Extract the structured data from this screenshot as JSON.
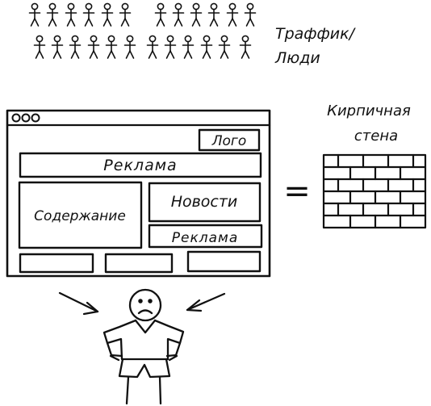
{
  "crowd": {
    "label_line1": "Траффик/",
    "label_line2": "Люди"
  },
  "browser": {
    "logo": "Лого",
    "ad_top": "Реклама",
    "content": "Содержание",
    "news": "Новости",
    "ad_side": "Реклама"
  },
  "equation": {
    "equals": "="
  },
  "wall": {
    "label_line1": "Кирпичная",
    "label_line2": "стена"
  },
  "colors": {
    "ink": "#111111",
    "background": "#ffffff"
  }
}
